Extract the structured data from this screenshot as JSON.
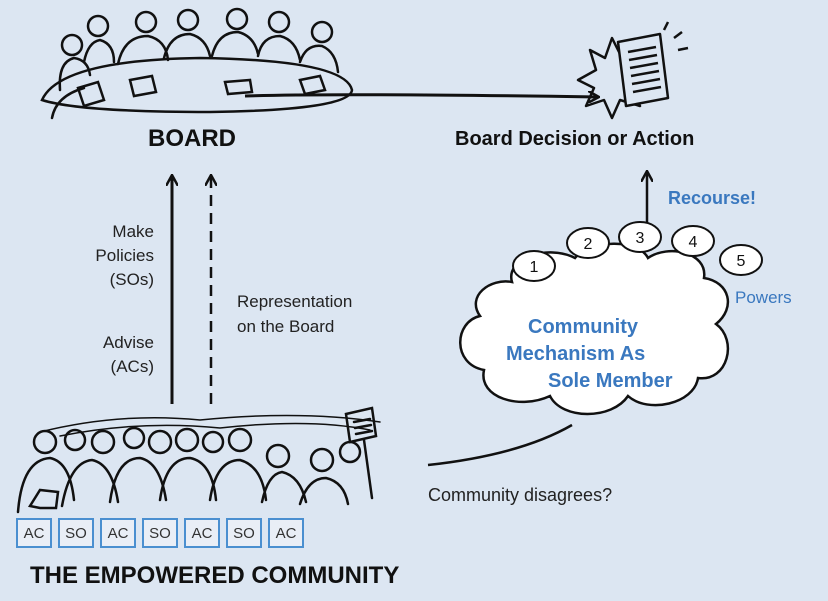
{
  "board": {
    "title": "BOARD"
  },
  "decision": {
    "title": "Board Decision or Action"
  },
  "recourse": "Recourse!",
  "powers": {
    "label": "Powers",
    "numbers": [
      "1",
      "2",
      "3",
      "4",
      "5"
    ]
  },
  "left_arrow_labels": {
    "make_line1": "Make",
    "make_line2": "Policies",
    "make_line3": "(SOs)",
    "advise_line1": "Advise",
    "advise_line2": "(ACs)"
  },
  "representation": {
    "line1": "Representation",
    "line2": "on the Board"
  },
  "mechanism": {
    "line1": "Community",
    "line2": "Mechanism As",
    "line3": "Sole Member"
  },
  "disagree": "Community disagrees?",
  "community": {
    "title": "THE EMPOWERED COMMUNITY",
    "tags": [
      "AC",
      "SO",
      "AC",
      "SO",
      "AC",
      "SO",
      "AC"
    ]
  },
  "colors": {
    "background": "#dce6f2",
    "accent": "#3a78bf",
    "tag_border": "#4a8fd0"
  }
}
